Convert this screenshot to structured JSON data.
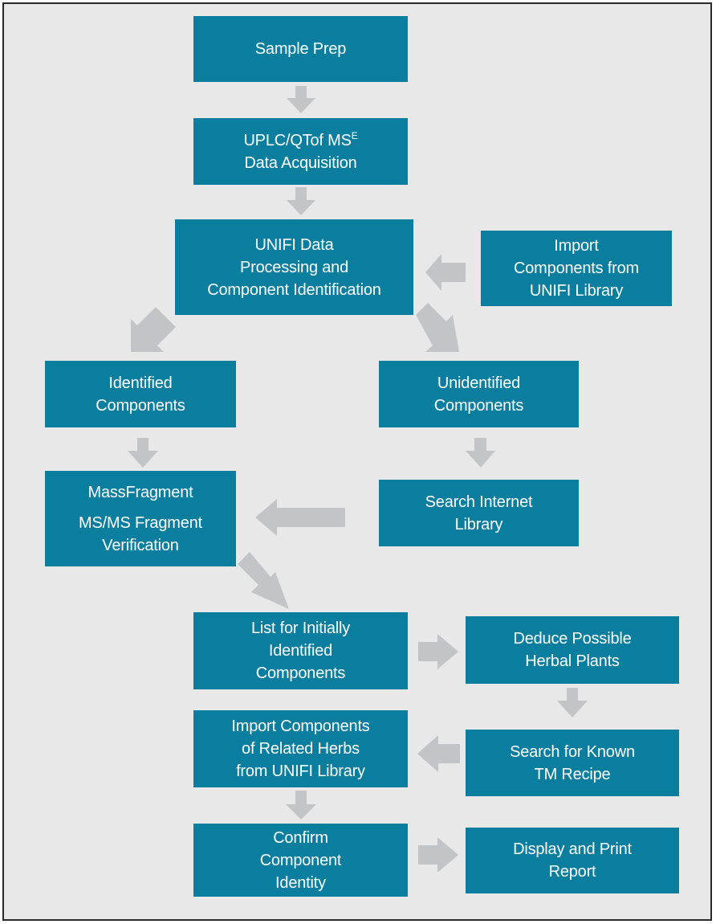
{
  "colors": {
    "box": "#0a7e9f",
    "text": "#ffffff",
    "arrow": "#c2c4c7",
    "background": "#e8e8e9",
    "border": "#2b2b2b"
  },
  "nodes": {
    "sample_prep": {
      "lines": [
        "Sample Prep"
      ]
    },
    "acquisition": {
      "line1": "UPLC/QTof MS",
      "line1_sup": "E",
      "line2": "Data Acquisition"
    },
    "unifi_processing": {
      "lines": [
        "UNIFI Data",
        "Processing and",
        "Component Identification"
      ]
    },
    "import_library": {
      "lines": [
        "Import",
        "Components from",
        "UNIFI Library"
      ]
    },
    "identified": {
      "lines": [
        "Identified",
        "Components"
      ]
    },
    "unidentified": {
      "lines": [
        "Unidentified",
        "Components"
      ]
    },
    "massfragment": {
      "title": "MassFragment",
      "lines": [
        "MS/MS Fragment",
        "Verification"
      ]
    },
    "search_internet": {
      "lines": [
        "Search Internet",
        "Library"
      ]
    },
    "list_initial": {
      "lines": [
        "List for Initially",
        "Identified",
        "Components"
      ]
    },
    "deduce_plants": {
      "lines": [
        "Deduce Possible",
        "Herbal Plants"
      ]
    },
    "import_related": {
      "lines": [
        "Import Components",
        "of Related Herbs",
        "from UNIFI Library"
      ]
    },
    "search_recipe": {
      "lines": [
        "Search for Known",
        "TM Recipe"
      ]
    },
    "confirm_identity": {
      "lines": [
        "Confirm",
        "Component",
        "Identity"
      ]
    },
    "display_report": {
      "lines": [
        "Display and Print",
        "Report"
      ]
    }
  },
  "edges": [
    [
      "sample_prep",
      "acquisition"
    ],
    [
      "acquisition",
      "unifi_processing"
    ],
    [
      "import_library",
      "unifi_processing"
    ],
    [
      "unifi_processing",
      "identified"
    ],
    [
      "unifi_processing",
      "unidentified"
    ],
    [
      "identified",
      "massfragment"
    ],
    [
      "unidentified",
      "search_internet"
    ],
    [
      "search_internet",
      "massfragment"
    ],
    [
      "massfragment",
      "list_initial"
    ],
    [
      "list_initial",
      "deduce_plants"
    ],
    [
      "deduce_plants",
      "search_recipe"
    ],
    [
      "search_recipe",
      "import_related"
    ],
    [
      "import_related",
      "confirm_identity"
    ],
    [
      "confirm_identity",
      "display_report"
    ]
  ]
}
